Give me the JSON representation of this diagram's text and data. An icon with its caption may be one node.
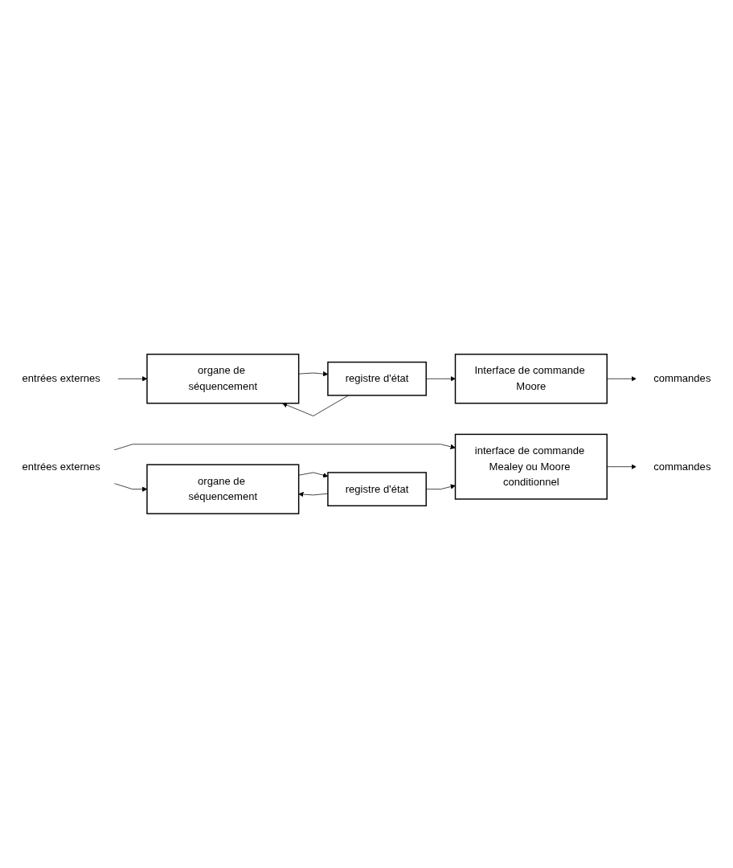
{
  "diagram": {
    "nodes": [
      {
        "text": [
          "entrées externes"
        ]
      },
      {
        "text": [
          "organe de séquencement"
        ]
      },
      {
        "text": [
          "registre d'état"
        ]
      },
      {
        "text": [
          "Interface de commande Moore"
        ]
      },
      {
        "text": [
          "commandes"
        ]
      },
      {
        "text": [
          "entrées externes"
        ]
      },
      {
        "text": [
          "organe de séquencement"
        ]
      },
      {
        "text": [
          "registre d'état"
        ]
      },
      {
        "text": [
          "interface de commande Mealey ou Moore conditionnel"
        ]
      },
      {
        "text": [
          "commandes"
        ]
      }
    ],
    "edges": [
      {
        "from": 0,
        "to": 1,
        "arrow": "to"
      },
      {
        "from": 1,
        "to": 2,
        "arrow": "to"
      },
      {
        "from": 2,
        "to": 1,
        "arrow": "to"
      },
      {
        "from": 2,
        "to": 3,
        "arrow": "to"
      },
      {
        "from": 3,
        "to": 4,
        "arrow": "to"
      },
      {
        "from": 5,
        "to": 6,
        "arrow": "to"
      },
      {
        "from": 5,
        "to": 8,
        "arrow": "to"
      },
      {
        "from": 6,
        "to": 7,
        "arrow": "to"
      },
      {
        "from": 7,
        "to": 6,
        "arrow": "to"
      },
      {
        "from": 7,
        "to": 8,
        "arrow": "to"
      },
      {
        "from": 8,
        "to": 9,
        "arrow": "to"
      }
    ]
  }
}
